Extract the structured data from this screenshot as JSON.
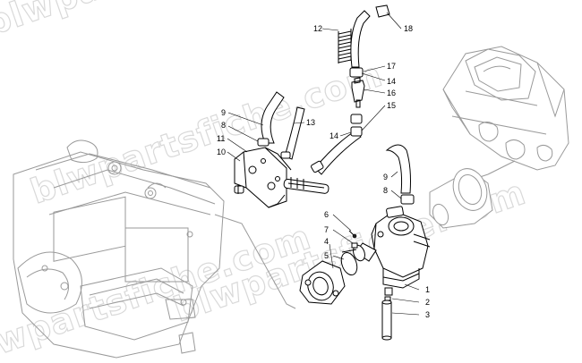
{
  "watermark": {
    "text_1": "blwpartsfiche.com",
    "text_2": "blwpartsfiche.com",
    "text_3": "blwpartsfiche.com",
    "text_4": "blwpartsfiche.com"
  },
  "callouts": [
    {
      "id": "c1",
      "text": "1"
    },
    {
      "id": "c2",
      "text": "2"
    },
    {
      "id": "c3",
      "text": "3"
    },
    {
      "id": "c4",
      "text": "4"
    },
    {
      "id": "c5",
      "text": "5"
    },
    {
      "id": "c6",
      "text": "6"
    },
    {
      "id": "c7",
      "text": "7"
    },
    {
      "id": "c8a",
      "text": "8"
    },
    {
      "id": "c8b",
      "text": "8"
    },
    {
      "id": "c9a",
      "text": "9"
    },
    {
      "id": "c9b",
      "text": "9"
    },
    {
      "id": "c10",
      "text": "10"
    },
    {
      "id": "c11",
      "text": "11"
    },
    {
      "id": "c12",
      "text": "12"
    },
    {
      "id": "c13",
      "text": "13"
    },
    {
      "id": "c14a",
      "text": "14"
    },
    {
      "id": "c14b",
      "text": "14"
    },
    {
      "id": "c15",
      "text": "15"
    },
    {
      "id": "c16",
      "text": "16"
    },
    {
      "id": "c17",
      "text": "17"
    },
    {
      "id": "c18",
      "text": "18"
    }
  ]
}
